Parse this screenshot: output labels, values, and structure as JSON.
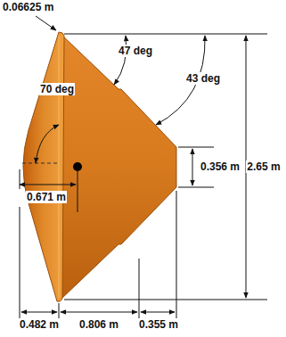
{
  "diagram": {
    "labels": [
      "0.06625 m",
      "47 deg",
      "43 deg",
      "70 deg",
      "0.356 m",
      "2.65 m",
      "0.671 m",
      "0.482 m",
      "0.806 m",
      "0.355 m"
    ]
  }
}
